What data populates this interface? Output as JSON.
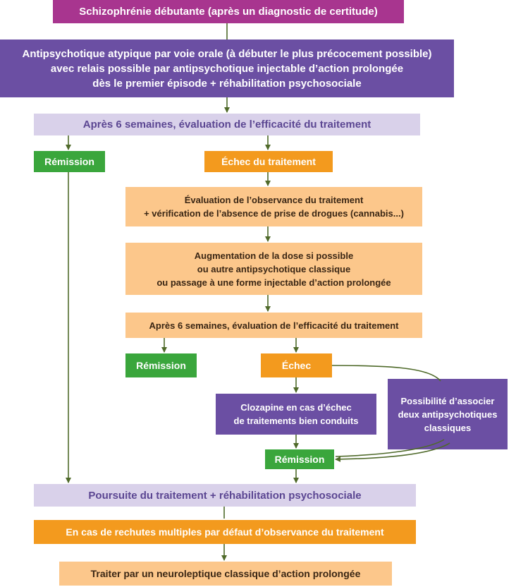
{
  "colors": {
    "magenta": "#a8358f",
    "violet": "#6b4fa3",
    "lilac": "#d9d1ea",
    "green": "#3aa63c",
    "orange": "#f39a1e",
    "peach": "#fcc78b",
    "connector": "#4f6a2a"
  },
  "nodes": {
    "start": "Schizophrénie débutante (après un diagnostic de certitude)",
    "first_line": "Antipsychotique atypique par voie orale (à débuter le plus précocement possible)\navec relais possible par antipsychotique injectable d’action prolongée\ndès le premier épisode + réhabilitation psychosociale",
    "evaluation_1": "Après 6 semaines, évaluation de l’efficacité du traitement",
    "remission_1": "Rémission",
    "failure_1": "Échec du traitement",
    "adherence_check": "Évaluation de l’observance du traitement\n+ vérification de l’absence de prise de drogues (cannabis...)",
    "dose_increase": "Augmentation de la dose si possible\nou autre antipsychotique classique\nou passage à une forme injectable d’action prolongée",
    "evaluation_2": "Après 6 semaines, évaluation de l’efficacité du traitement",
    "remission_2": "Rémission",
    "failure_2": "Échec",
    "clozapine": "Clozapine en cas d’échec\nde traitements bien conduits",
    "combination": "Possibilité d’associer\ndeux antipsychotiques\nclassiques",
    "remission_3": "Rémission",
    "continuation": "Poursuite du traitement + réhabilitation psychosociale",
    "relapses": "En cas de rechutes multiples par défaut d’observance du traitement",
    "long_acting": "Traiter par un neuroleptique classique d’action prolongée"
  }
}
